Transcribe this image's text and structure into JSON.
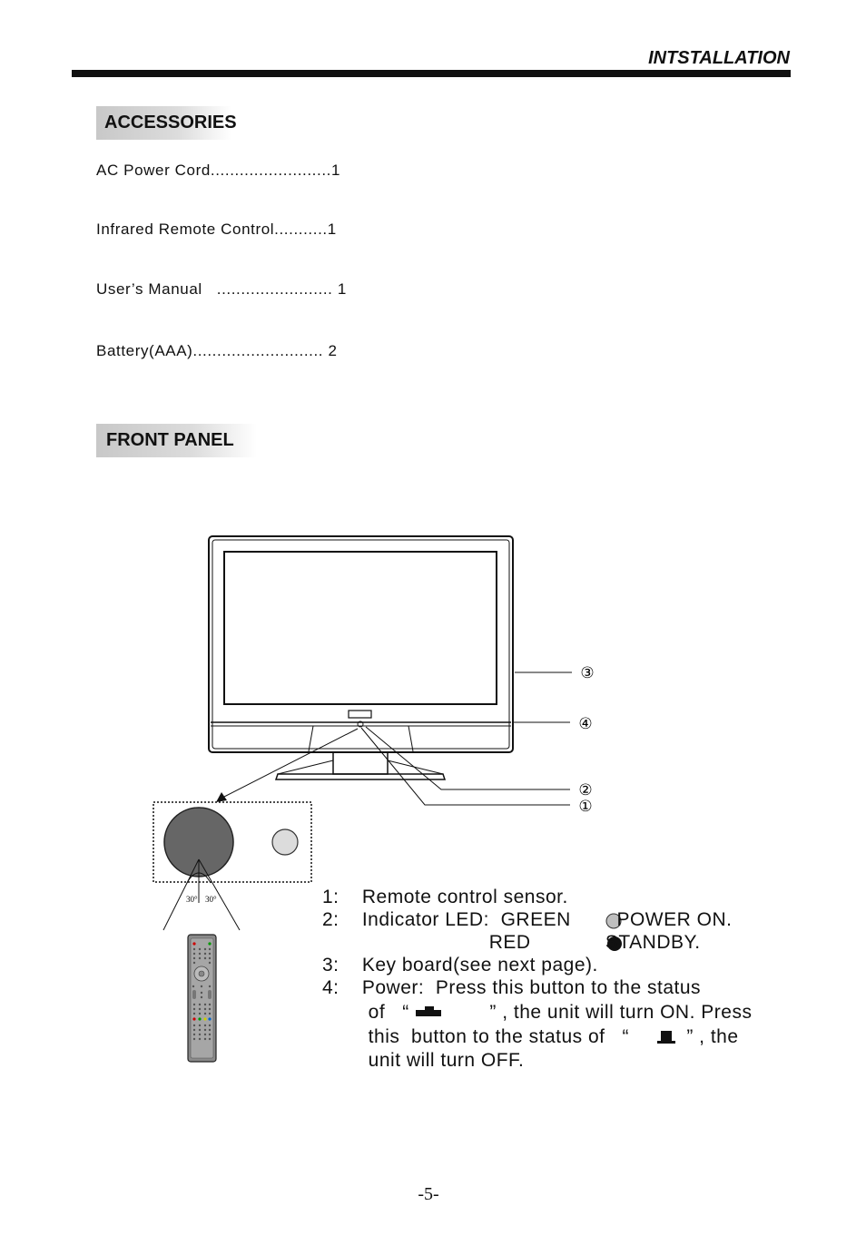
{
  "header": {
    "title": "INTSTALLATION"
  },
  "accessories": {
    "heading": "ACCESSORIES",
    "items": [
      {
        "text": "AC Power Cord.........................1"
      },
      {
        "text": "Infrared Remote Control...........1"
      },
      {
        "text": "User’s Manual   ........................ 1"
      },
      {
        "text": "Battery(AAA)........................... 2"
      }
    ]
  },
  "front_panel": {
    "heading": "FRONT PANEL",
    "callouts": [
      "③",
      "④",
      "②",
      "①"
    ],
    "angle_labels": [
      "30°",
      "30°"
    ],
    "descriptions": [
      "1:    Remote control sensor.",
      "2:    Indicator LED:  GREEN        POWER ON.",
      "                             RED             STANDBY.",
      "3:    Key board(see next page).",
      "4:    Power:  Press this button to the status",
      "        of   “              ” , the unit will turn ON. Press",
      "        this  button to the status of   “          ” , the",
      "        unit will turn OFF."
    ],
    "led_colors": {
      "green_swatch": "#bfbfbf",
      "red_swatch": "#111111"
    }
  },
  "page_number": "-5-"
}
